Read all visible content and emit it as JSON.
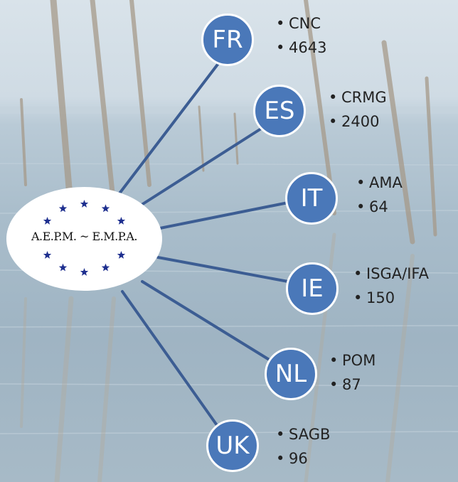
{
  "logo": {
    "text": "A.E.P.M. ~ E.M.P.A.",
    "icon": "eu-stars-icon",
    "star_color": "#1e2f8f"
  },
  "colors": {
    "node_fill": "#4a78b9",
    "connector": "#3c5d93",
    "node_text": "#ffffff"
  },
  "nodes": [
    {
      "code": "FR",
      "org": "CNC",
      "count": "4643"
    },
    {
      "code": "ES",
      "org": "CRMG",
      "count": "2400"
    },
    {
      "code": "IT",
      "org": "AMA",
      "count": "64"
    },
    {
      "code": "IE",
      "org": "ISGA/IFA",
      "count": "150"
    },
    {
      "code": "NL",
      "org": "POM",
      "count": "87"
    },
    {
      "code": "UK",
      "org": "SAGB",
      "count": "96"
    }
  ]
}
